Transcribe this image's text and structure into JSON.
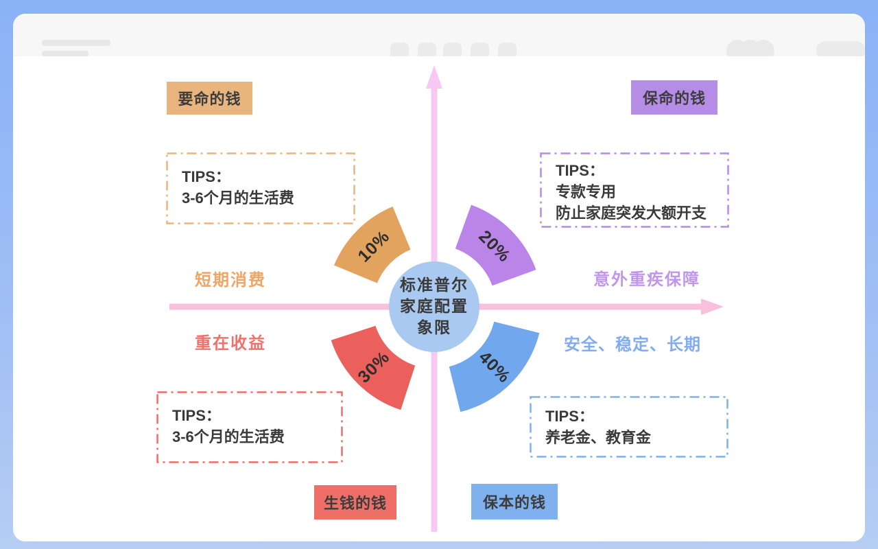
{
  "diagram": {
    "center_title": [
      "标准普尔",
      "家庭配置",
      "象限"
    ],
    "quadrants": [
      {
        "id": "top-left",
        "badge": "要命的钱",
        "percent": "10%",
        "axis_label": "短期消费",
        "tips": [
          "TIPS：",
          "3-6个月的生活费"
        ],
        "color": "#e2a35f",
        "badge_color": "#e9b57f"
      },
      {
        "id": "top-right",
        "badge": "保命的钱",
        "percent": "20%",
        "axis_label": "意外重疾保障",
        "tips": [
          "TIPS：",
          "专款专用",
          "防止家庭突发大额开支"
        ],
        "color": "#bb84e9",
        "badge_color": "#b58de6"
      },
      {
        "id": "bottom-left",
        "badge": "生钱的钱",
        "percent": "30%",
        "axis_label": "重在收益",
        "tips": [
          "TIPS：",
          "3-6个月的生活费"
        ],
        "color": "#eb605c",
        "badge_color": "#ed6f68"
      },
      {
        "id": "bottom-right",
        "badge": "保本的钱",
        "percent": "40%",
        "axis_label": "安全、稳定、长期",
        "tips": [
          "TIPS：",
          "养老金、教育金"
        ],
        "color": "#71a7ec",
        "badge_color": "#7fb1ee"
      }
    ],
    "colors": {
      "center_circle": "#a9c9f1",
      "axis_vertical": "#f5c9f1",
      "axis_horizontal": "#f8c0dc"
    }
  }
}
